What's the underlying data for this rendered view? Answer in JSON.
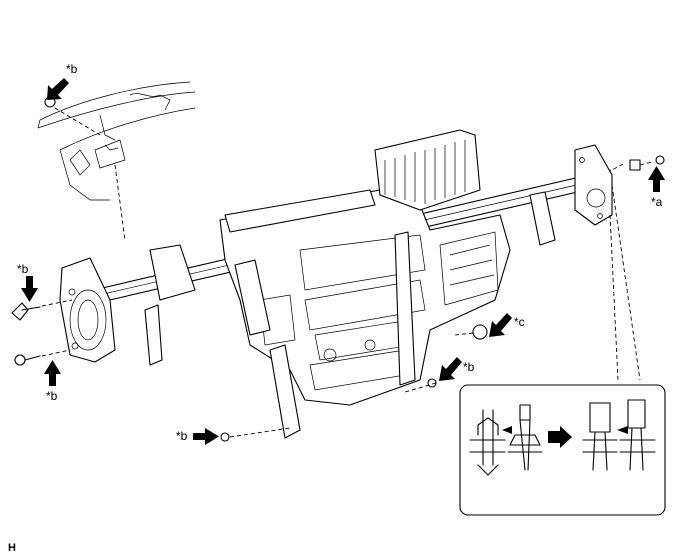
{
  "callouts": {
    "b_top": "*b",
    "a_right": "*a",
    "b_left_upper": "*b",
    "b_left_lower": "*b",
    "c_right": "*c",
    "b_mid_right": "*b",
    "b_bottom": "*b"
  },
  "figure_code": "H"
}
